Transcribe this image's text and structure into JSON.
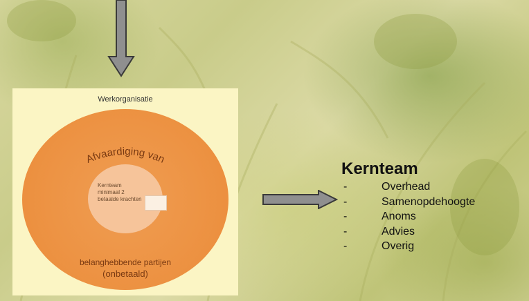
{
  "diagram": {
    "panel_title": "Werkorganisatie",
    "outer_top_label": "Afvaardiging van",
    "outer_bottom_label_line1": "belanghebbende partijen",
    "outer_bottom_label_line2": "(onbetaald)",
    "inner_lines": [
      "Kernteam",
      "minimaal 2",
      "betaalde krachten"
    ]
  },
  "kernteam": {
    "title": "Kernteam",
    "dash": "-",
    "items": [
      "Overhead",
      "Samenopdehoogte",
      "Anoms",
      "Advies",
      "Overig"
    ]
  },
  "colors": {
    "outer_circle": "#ec8f3e",
    "inner_circle": "#f6c49a",
    "panel_bg": "#fbf5c4",
    "arrow": "#8f8f8f"
  }
}
